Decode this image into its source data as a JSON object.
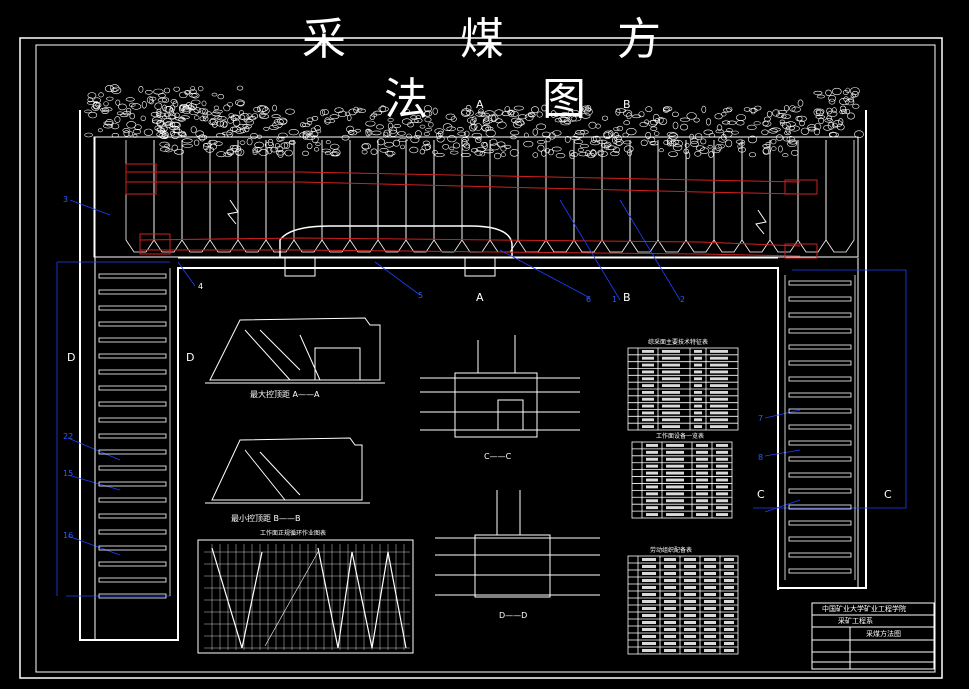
{
  "title": {
    "line1": [
      "采",
      "煤",
      "方"
    ],
    "line2": [
      "法",
      "图"
    ]
  },
  "section_marks": {
    "A_top": "A",
    "B_top": "B",
    "A_bottom": "A",
    "B_bottom": "B",
    "D_left": "D",
    "D_right": "D",
    "C_left": "C",
    "C_right": "C"
  },
  "view_labels": {
    "max_height": "最大控顶距  A——A",
    "min_height": "最小控顶距  B——B",
    "section_cc": "C——C",
    "section_dd": "D——D",
    "cycle_chart": "工作面正规循环作业图表"
  },
  "table_titles": {
    "t1": "综采面主要技术特征表",
    "t2": "工作面设备一览表",
    "t3": "劳动组织配备表"
  },
  "title_block": {
    "university": "中国矿业大学矿业工程学院",
    "department": "采矿工程系",
    "drawing_name": "采煤方法图"
  },
  "leader_numbers": [
    "3",
    "4",
    "5",
    "6",
    "1",
    "2",
    "8",
    "7",
    "15",
    "16",
    "22"
  ],
  "colors": {
    "background": "#000000",
    "lines": "#ffffff",
    "dimension": "#1f3fff",
    "conveyor": "#d02020",
    "annotation": "#2a5cff"
  }
}
